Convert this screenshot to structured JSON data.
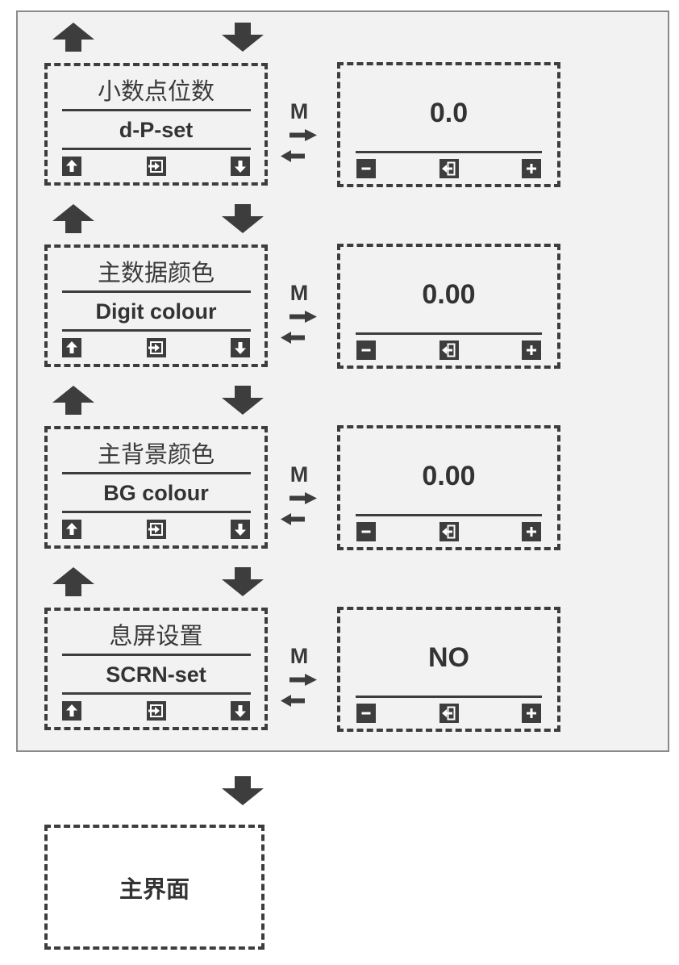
{
  "panel": {
    "mode_key": "M",
    "rows": [
      {
        "menu": {
          "title_cn": "小数点位数",
          "label_en": "d-P-set"
        },
        "value": "0.0"
      },
      {
        "menu": {
          "title_cn": "主数据颜色",
          "label_en": "Digit colour"
        },
        "value": "0.00"
      },
      {
        "menu": {
          "title_cn": "主背景颜色",
          "label_en": "BG colour"
        },
        "value": "0.00"
      },
      {
        "menu": {
          "title_cn": "息屏设置",
          "label_en": "SCRN-set"
        },
        "value": "NO"
      }
    ]
  },
  "footer": {
    "label": "主界面"
  },
  "icons": {
    "nav_up": "up-arrow",
    "nav_down": "down-arrow",
    "mode_forward": "right-arrow",
    "mode_back": "left-arrow",
    "menu_keys": [
      "up-arrow",
      "enter",
      "down-arrow"
    ],
    "value_keys": [
      "minus",
      "exit",
      "plus"
    ]
  },
  "colors": {
    "dark": "#3d3d3d",
    "panel_bg": "#f2f2f2",
    "panel_border": "#8a8a8a",
    "page_bg": "#ffffff"
  }
}
